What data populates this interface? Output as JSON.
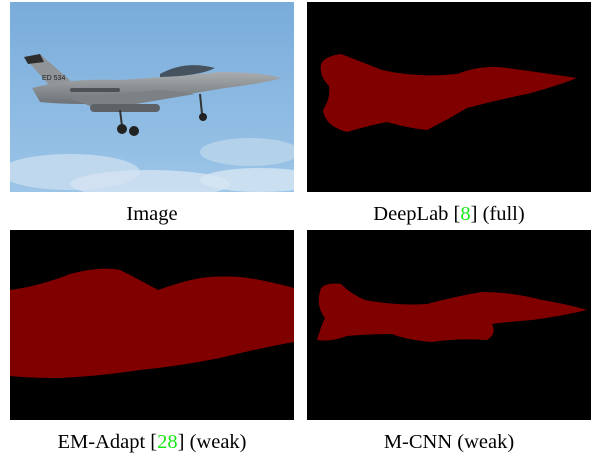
{
  "figure": {
    "panels": [
      {
        "caption_pre": "Image",
        "caption_ref": "",
        "caption_post": "",
        "content": "photo of fighter jet against blue sky",
        "aircraft_marking": "ED 534"
      },
      {
        "caption_pre": "DeepLab [",
        "caption_ref": "8",
        "caption_post": "] (full)",
        "content": "segmentation mask"
      },
      {
        "caption_pre": "EM-Adapt [",
        "caption_ref": "28",
        "caption_post": "] (weak)",
        "content": "segmentation mask"
      },
      {
        "caption_pre": "M-CNN (weak)",
        "caption_ref": "",
        "caption_post": "",
        "content": "segmentation mask"
      }
    ],
    "colors": {
      "mask_fg": "#800000",
      "mask_bg": "#000000",
      "sky": "#84b6e0",
      "citation_link": "#19e619"
    }
  }
}
